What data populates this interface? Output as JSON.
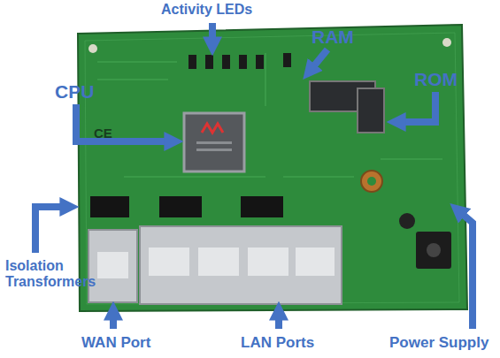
{
  "diagram": {
    "labels": [
      "Activity LEDs",
      "RAM",
      "CPU",
      "ROM",
      "Isolation Transformers",
      "CE",
      "WAN Port",
      "LAN Ports",
      "Power Supply"
    ]
  }
}
